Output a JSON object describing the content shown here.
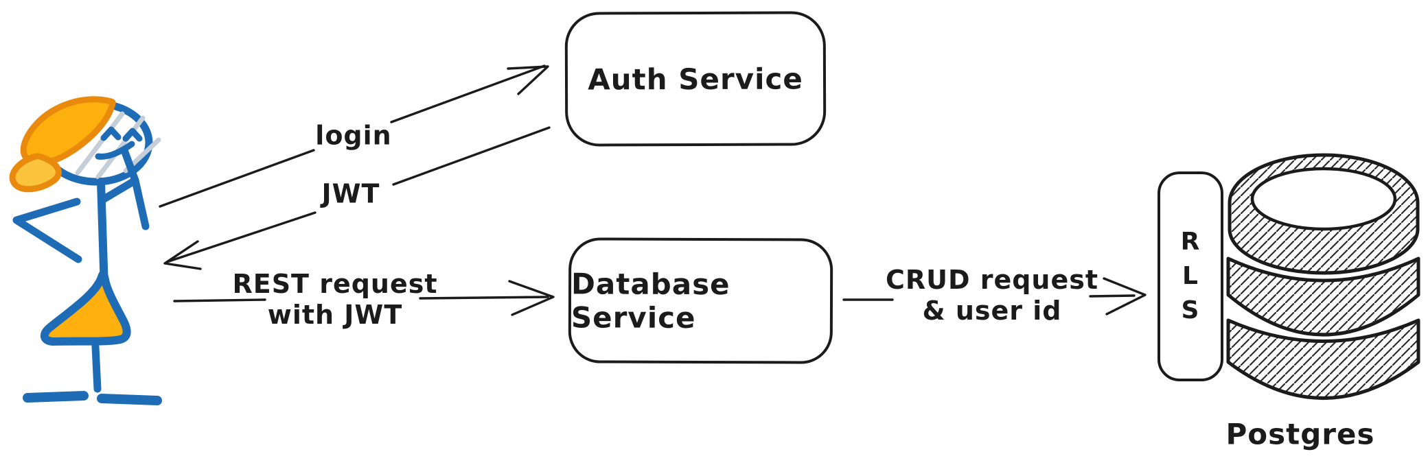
{
  "diagram_title": "",
  "nodes": {
    "auth_service": {
      "label": "Auth Service"
    },
    "database_service": {
      "label": "Database Service"
    },
    "rls": {
      "letters": [
        "R",
        "L",
        "S"
      ]
    },
    "postgres": {
      "label": "Postgres"
    }
  },
  "edges": {
    "login": {
      "label": "login",
      "from": "user",
      "to": "auth_service",
      "direction": "up-right"
    },
    "jwt": {
      "label": "JWT",
      "from": "auth_service",
      "to": "user",
      "direction": "down-left"
    },
    "rest": {
      "label_line1": "REST request",
      "label_line2": "with JWT",
      "from": "user",
      "to": "database_service",
      "direction": "right"
    },
    "crud": {
      "label_line1": "CRUD request",
      "label_line2": "& user id",
      "from": "database_service",
      "to": "rls",
      "direction": "right"
    }
  },
  "actor": {
    "id": "user",
    "description": "hand-drawn stick figure person with orange hair and orange dress, thinking pose"
  },
  "database_icon": {
    "description": "hand-sketched stacked-disk database cylinder with diagonal hatching"
  },
  "colors": {
    "ink": "#1b1b1b",
    "figure_blue": "#1e6cb5",
    "hair_outline_orange": "#e98a0c",
    "hair_fill_orange": "#fdb00e",
    "hair_tuft_fill": "#fcc33d",
    "face_shine_gray": "#c5ced8",
    "background": "#ffffff"
  }
}
